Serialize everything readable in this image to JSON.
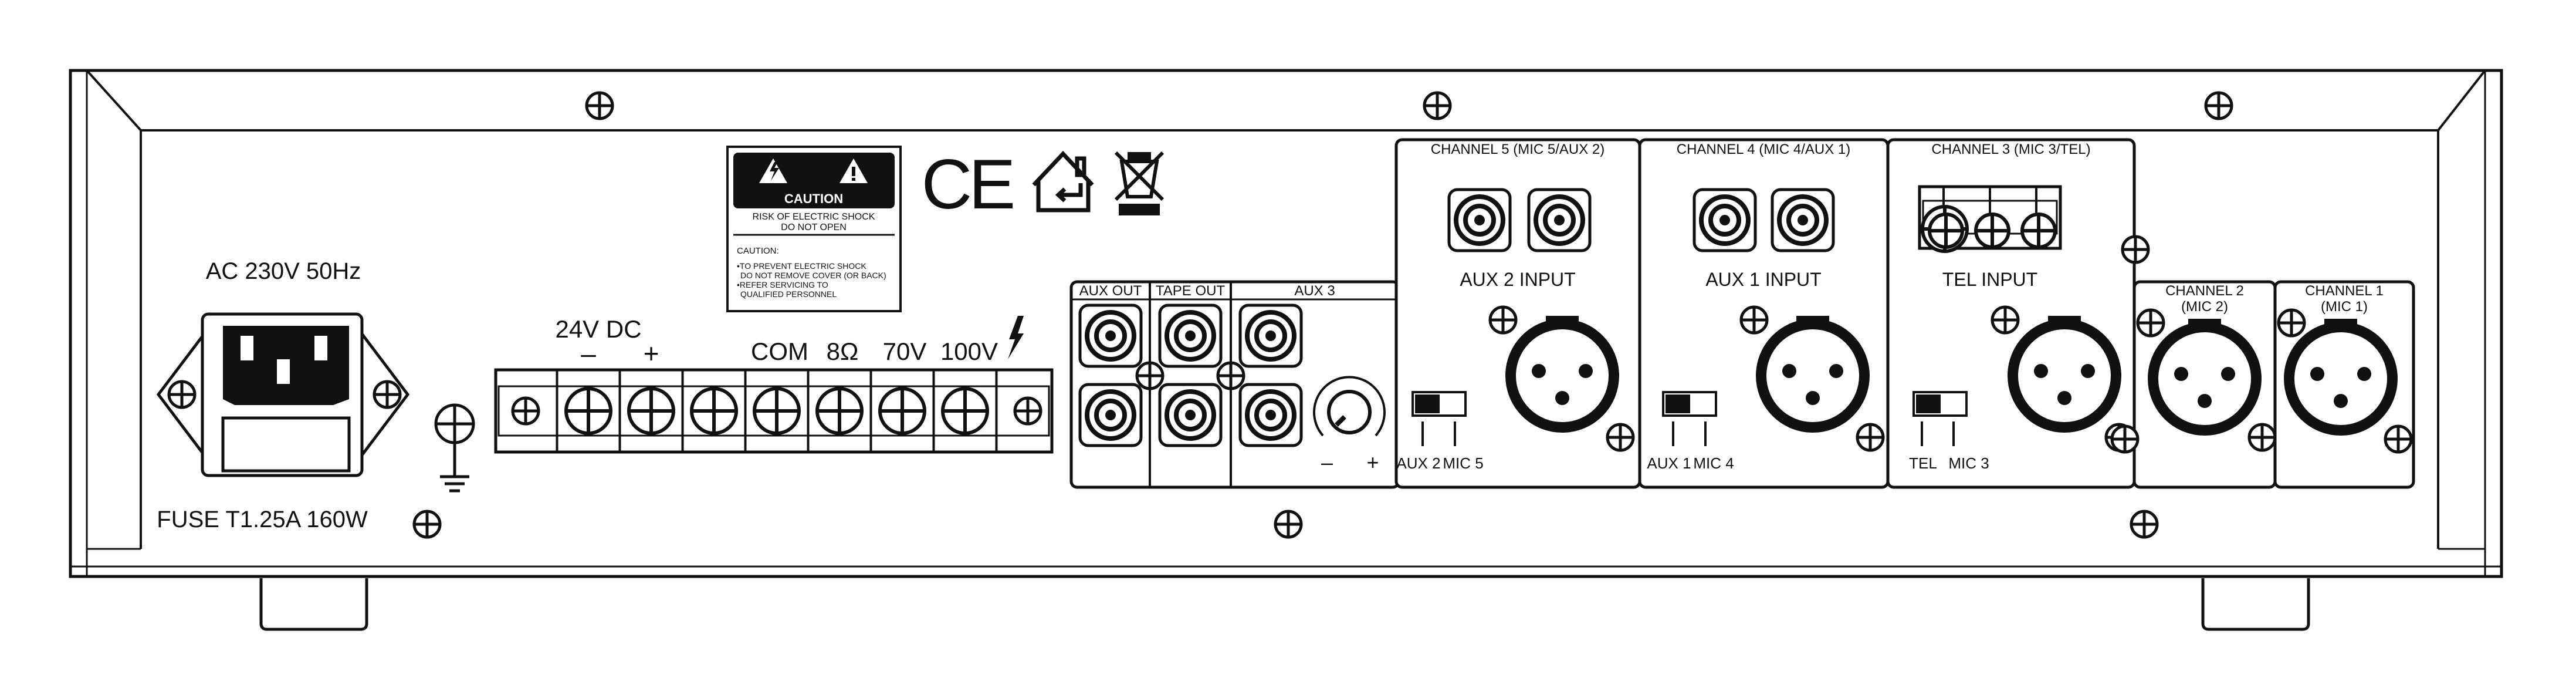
{
  "power": {
    "ac_label": "AC 230V 50Hz",
    "fuse_label": "FUSE T1.25A 160W"
  },
  "terminal": {
    "dc_label": "24V DC",
    "minus": "–",
    "plus": "+",
    "com": "COM",
    "ohm": "8Ω",
    "v70": "70V",
    "v100": "100V"
  },
  "caution": {
    "header": "CAUTION",
    "risk_line1": "RISK OF ELECTRIC SHOCK",
    "risk_line2": "DO NOT OPEN",
    "sub_header": "CAUTION:",
    "note1": "•TO PREVENT ELECTRIC SHOCK",
    "note2": "DO NOT REMOVE COVER (OR BACK)",
    "note3": "•REFER SERVICING TO",
    "note4": "QUALIFIED PERSONNEL"
  },
  "cert": {
    "ce": "CE"
  },
  "aux_block": {
    "aux_out": "AUX OUT",
    "tape_out": "TAPE OUT",
    "aux3": "AUX 3",
    "minus": "–",
    "plus": "+"
  },
  "channels": {
    "ch5_title": "CHANNEL 5 (MIC 5/AUX 2)",
    "ch5_input": "AUX 2 INPUT",
    "ch5_switch_left": "AUX 2",
    "ch5_switch_right": "MIC 5",
    "ch4_title": "CHANNEL 4 (MIC 4/AUX 1)",
    "ch4_input": "AUX 1 INPUT",
    "ch4_switch_left": "AUX 1",
    "ch4_switch_right": "MIC 4",
    "ch3_title": "CHANNEL 3 (MIC 3/TEL)",
    "ch3_input": "TEL INPUT",
    "ch3_switch_left": "TEL",
    "ch3_switch_right": "MIC 3",
    "ch2_line1": "CHANNEL 2",
    "ch2_line2": "(MIC 2)",
    "ch1_line1": "CHANNEL 1",
    "ch1_line2": "(MIC 1)"
  }
}
